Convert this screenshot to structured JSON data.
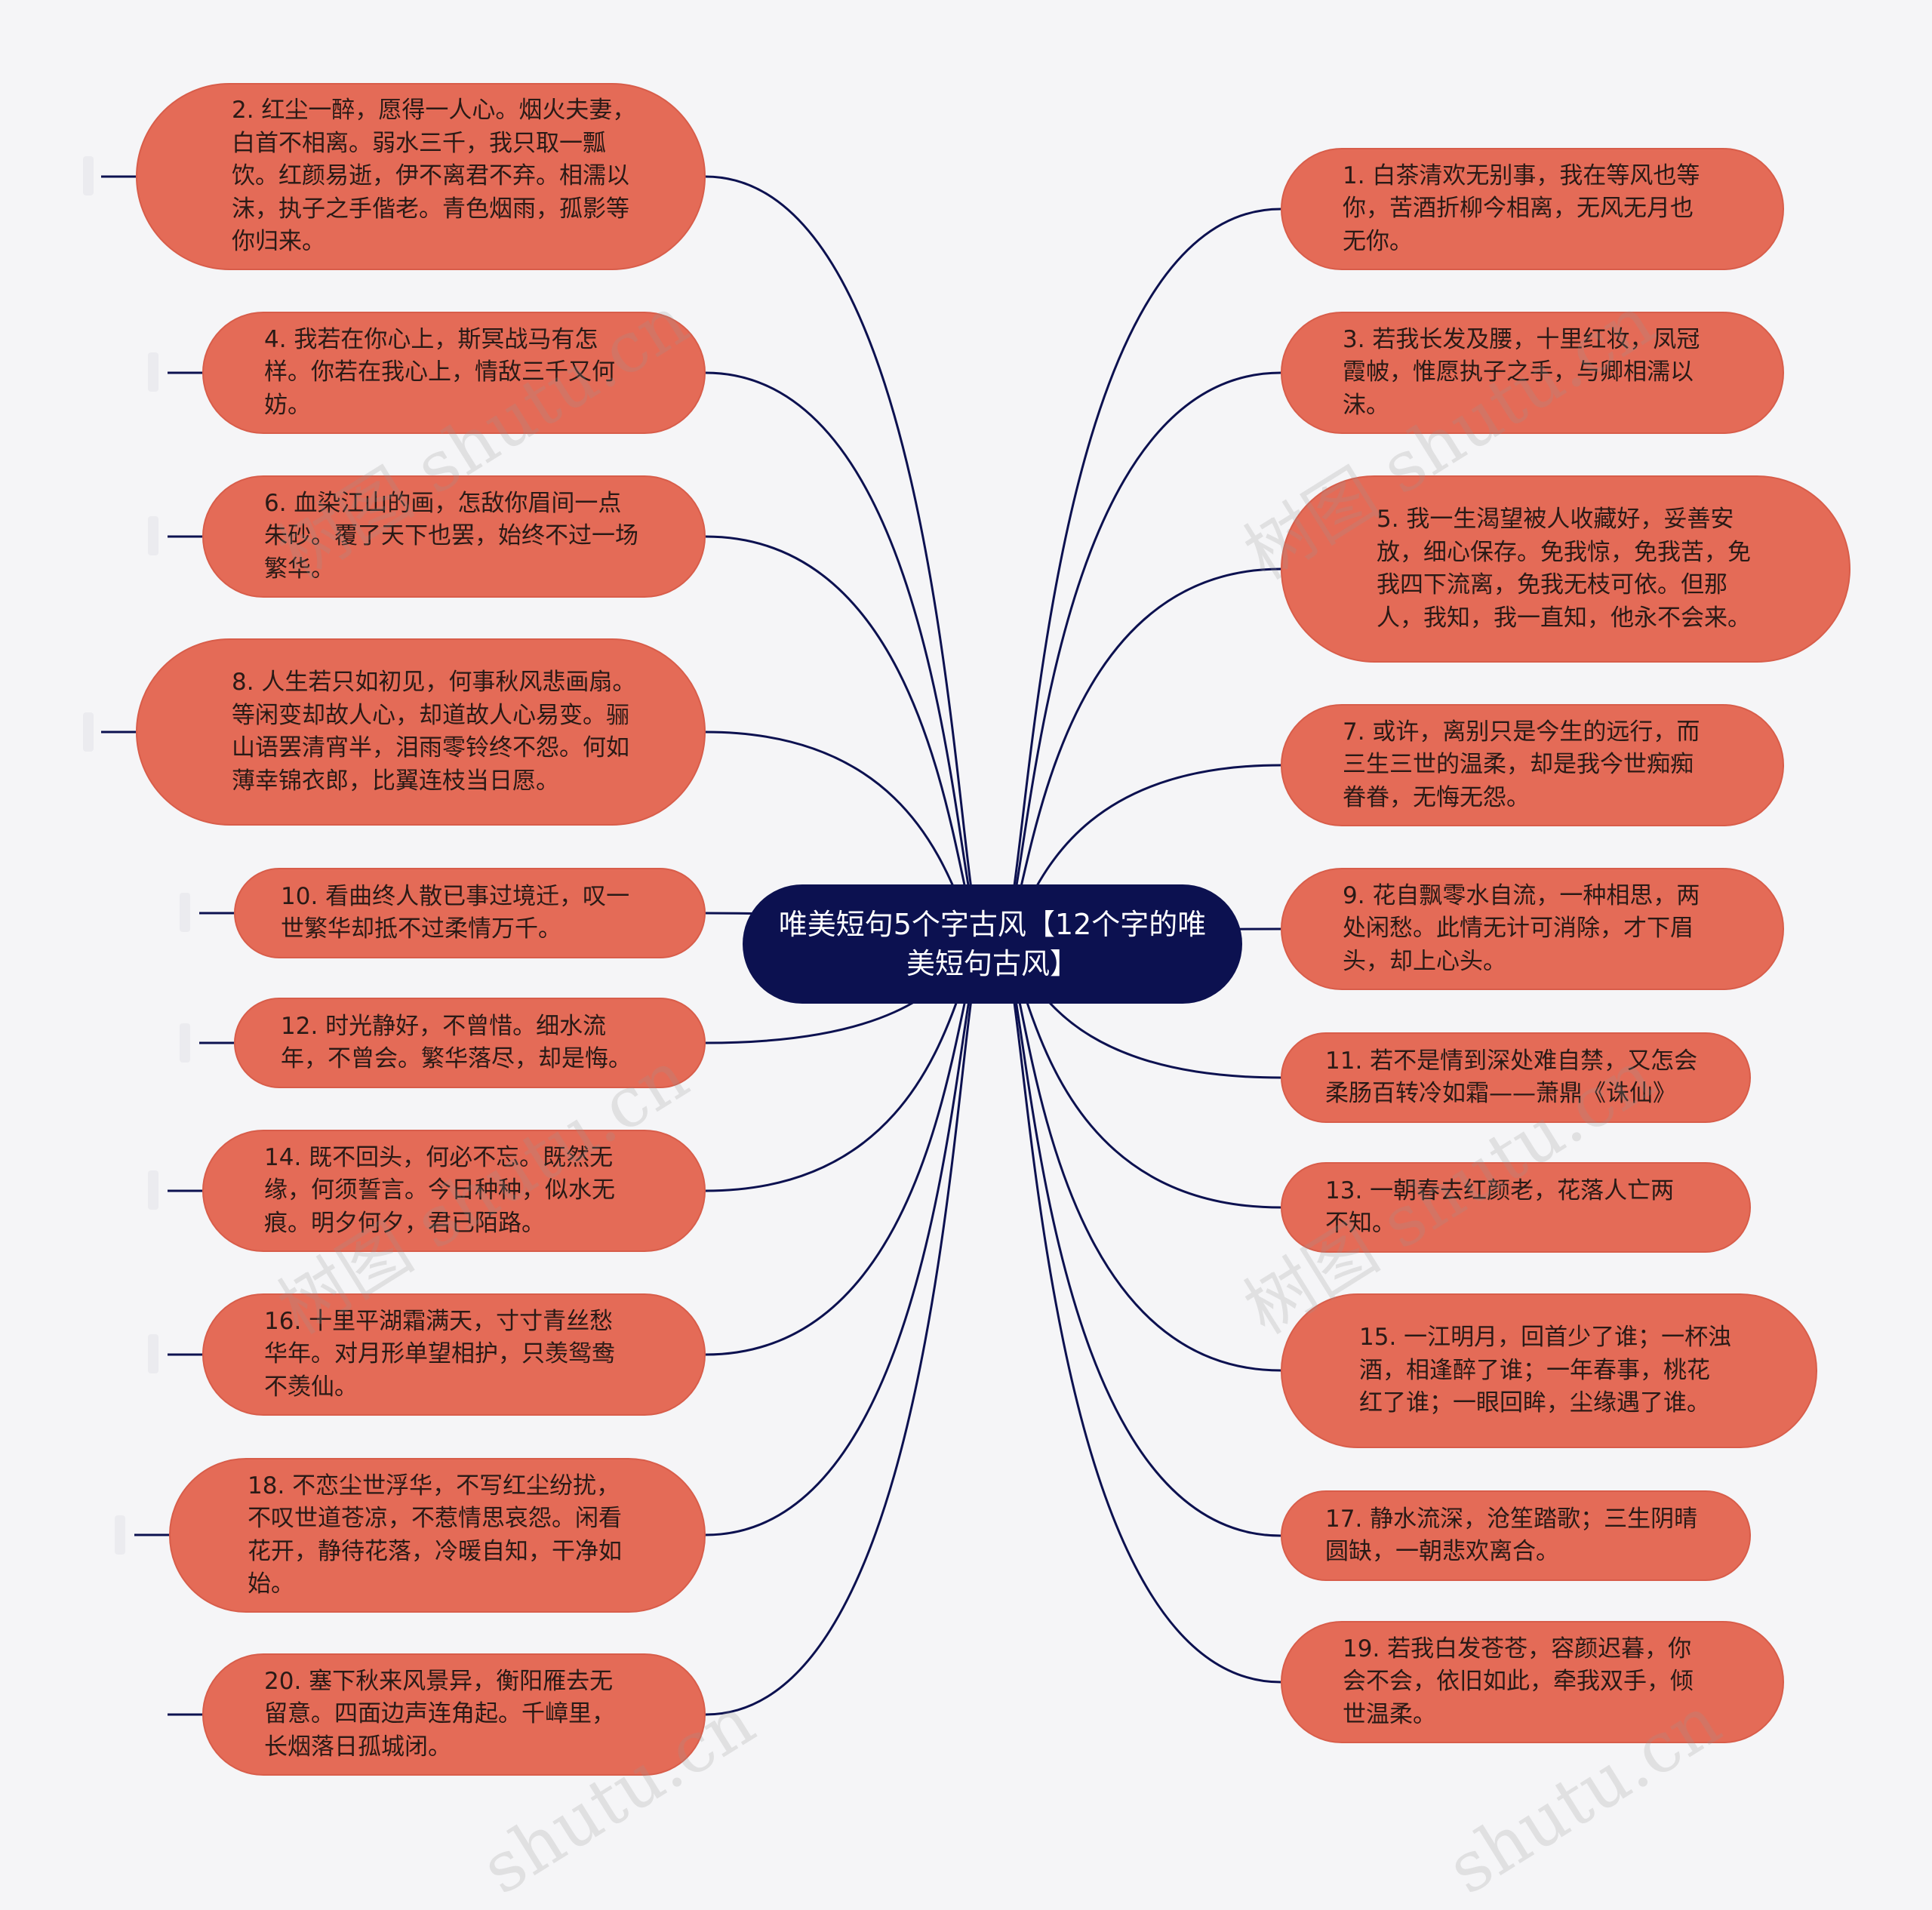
{
  "center": {
    "text": "唯美短句5个字古风【12个字的唯美短句古风】"
  },
  "left_nodes": [
    {
      "text": "2. 红尘一醉，愿得一人心。烟火夫妻，白首不相离。弱水三千，我只取一瓢饮。红颜易逝，伊不离君不弃。相濡以沫，执子之手偕老。青色烟雨，孤影等你归来。"
    },
    {
      "text": "4. 我若在你心上，斯冥战马有怎样。你若在我心上，情敌三千又何妨。"
    },
    {
      "text": "6. 血染江山的画，怎敌你眉间一点朱砂。覆了天下也罢，始终不过一场繁华。"
    },
    {
      "text": "8. 人生若只如初见，何事秋风悲画扇。等闲变却故人心，却道故人心易变。骊山语罢清宵半，泪雨零铃终不怨。何如薄幸锦衣郎，比翼连枝当日愿。"
    },
    {
      "text": "10. 看曲终人散已事过境迁，叹一世繁华却抵不过柔情万千。"
    },
    {
      "text": "12. 时光静好，不曾惜。细水流年，不曾会。繁华落尽，却是悔。"
    },
    {
      "text": "14. 既不回头，何必不忘。既然无缘，何须誓言。今日种种，似水无痕。明夕何夕，君已陌路。"
    },
    {
      "text": "16. 十里平湖霜满天，寸寸青丝愁华年。对月形单望相护，只羡鸳鸯不羡仙。"
    },
    {
      "text": "18. 不恋尘世浮华，不写红尘纷扰，不叹世道苍凉，不惹情思哀怨。闲看花开，静待花落，冷暖自知，干净如始。"
    },
    {
      "text": "20. 塞下秋来风景异，衡阳雁去无留意。四面边声连角起。千嶂里，长烟落日孤城闭。"
    }
  ],
  "right_nodes": [
    {
      "text": "1. 白茶清欢无别事，我在等风也等你，苦酒折柳今相离，无风无月也无你。"
    },
    {
      "text": "3. 若我长发及腰，十里红妆，凤冠霞帔，惟愿执子之手，与卿相濡以沫。"
    },
    {
      "text": "5. 我一生渴望被人收藏好，妥善安放，细心保存。免我惊，免我苦，免我四下流离，免我无枝可依。但那人，我知，我一直知，他永不会来。"
    },
    {
      "text": "7. 或许，离别只是今生的远行，而三生三世的温柔，却是我今世痴痴眷眷，无悔无怨。"
    },
    {
      "text": "9. 花自飘零水自流，一种相思，两处闲愁。此情无计可消除，才下眉头，却上心头。"
    },
    {
      "text": "11. 若不是情到深处难自禁，又怎会柔肠百转冷如霜——萧鼎《诛仙》"
    },
    {
      "text": "13. 一朝春去红颜老，花落人亡两不知。"
    },
    {
      "text": "15. 一江明月，回首少了谁；一杯浊酒，相逢醉了谁；一年春事，桃花红了谁；一眼回眸，尘缘遇了谁。"
    },
    {
      "text": "17. 静水流深，沧笙踏歌；三生阴晴圆缺，一朝悲欢离合。"
    },
    {
      "text": "19. 若我白发苍苍，容颜迟暮，你会不会，依旧如此，牵我双手，倾世温柔。"
    }
  ],
  "watermarks": [
    "树图 shutu.cn",
    "树图 shutu.cn",
    "树图 shutu.cn",
    "树图 shutu.cn",
    "shutu.cn",
    "shutu.cn"
  ],
  "colors": {
    "node_fill": "#e46b57",
    "center_fill": "#0c1150",
    "link_stroke": "#0c1150",
    "background": "#f5f5f7"
  }
}
